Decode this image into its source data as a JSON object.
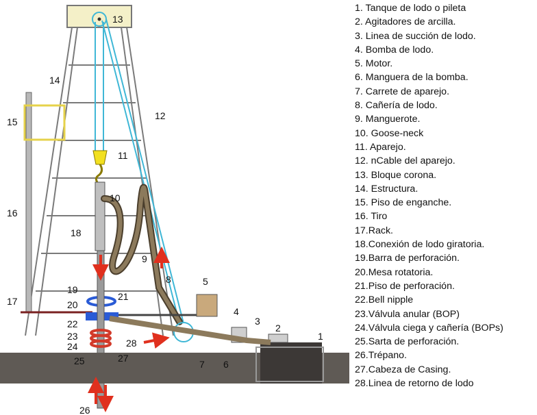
{
  "diagram": {
    "labels": [
      "1",
      "2",
      "3",
      "4",
      "5",
      "6",
      "7",
      "8",
      "9",
      "10",
      "11",
      "12",
      "13",
      "14",
      "15",
      "16",
      "17",
      "18",
      "19",
      "20",
      "21",
      "22",
      "23",
      "24",
      "25",
      "26",
      "27",
      "28"
    ]
  },
  "legend": {
    "items": [
      "1. Tanque de lodo o pileta",
      "2. Agitadores de arcilla.",
      "3. Linea de succión de lodo.",
      "4. Bomba de lodo.",
      "5. Motor.",
      "6. Manguera de la bomba.",
      "7. Carrete de aparejo.",
      "8. Cañería de lodo.",
      "9. Manguerote.",
      "10. Goose-neck",
      "11. Aparejo.",
      "12. nCable del aparejo.",
      "13. Bloque corona.",
      "14. Estructura.",
      "15. Piso de enganche.",
      "16. Tiro",
      "17.Rack.",
      "18.Conexión de lodo giratoria.",
      "19.Barra de perforación.",
      "20.Mesa rotatoria.",
      "21.Piso de perforación.",
      "22.Bell nipple",
      "23.Válvula anular (BOP)",
      "24.Válvula ciega y cañería (BOPs)",
      "25.Sarta de perforación.",
      "26.Trépano.",
      "27.Cabeza de Casing.",
      "28.Linea de retorno de lodo"
    ]
  },
  "colors": {
    "ground": "#5f5a55",
    "hose": "#8c7a5c",
    "hose_dark": "#4a3e2c",
    "cable": "#3fb7d6",
    "arrow": "#e0301e",
    "rotation": "#2a5bd6",
    "platform_yellow": "#e6d24a",
    "block_yellow": "#f2e020",
    "bop_red": "#d23a2a",
    "derrick": "#7a7a7a"
  }
}
